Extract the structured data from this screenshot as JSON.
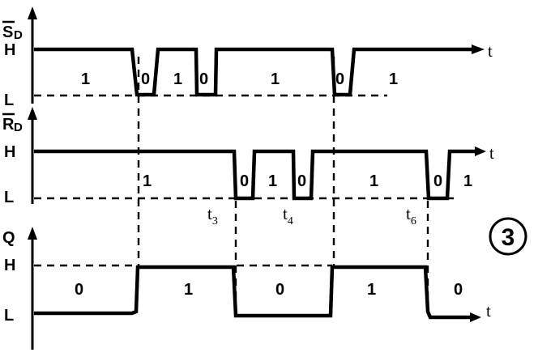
{
  "time_label": "t",
  "level_high": "H",
  "level_low": "L",
  "badge": "3",
  "signals": [
    {
      "name": "S",
      "subscript": "D",
      "overbar": true,
      "bits": [
        "1",
        "0",
        "1",
        "0",
        "1",
        "0",
        "1"
      ]
    },
    {
      "name": "R",
      "subscript": "D",
      "overbar": true,
      "bits": [
        "1",
        "0",
        "1",
        "0",
        "1",
        "0",
        "1"
      ]
    },
    {
      "name": "Q",
      "subscript": "",
      "overbar": false,
      "bits": [
        "0",
        "1",
        "0",
        "1",
        "0"
      ]
    }
  ],
  "time_markers": [
    {
      "name": "t",
      "sub": "3"
    },
    {
      "name": "t",
      "sub": "4"
    },
    {
      "name": "t",
      "sub": "6"
    }
  ]
}
